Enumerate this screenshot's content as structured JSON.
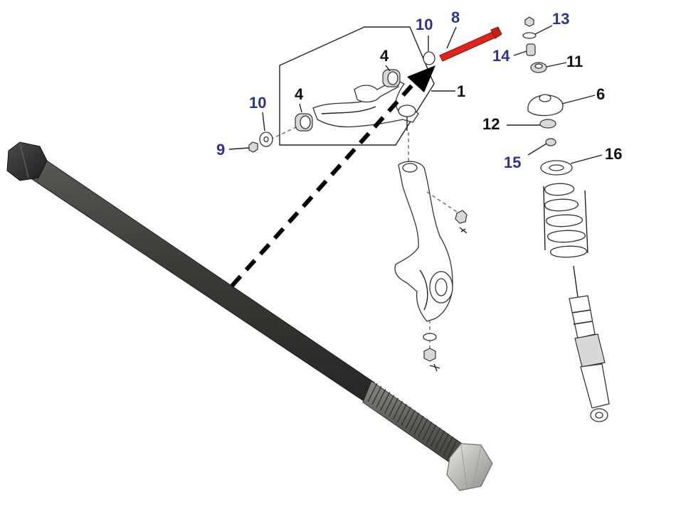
{
  "colors": {
    "highlight_bolt": "#e0241b",
    "callout_blue": "#2e3192",
    "callout_dark": "#111111",
    "pointer_arrow": "#000000",
    "bolt_body": "#3a3a38"
  },
  "callouts": {
    "c1": "1",
    "c4a": "4",
    "c4b": "4",
    "c6": "6",
    "c8": "8",
    "c9": "9",
    "c10a": "10",
    "c10b": "10",
    "c11": "11",
    "c12": "12",
    "c13": "13",
    "c14": "14",
    "c15": "15",
    "c16": "16"
  }
}
